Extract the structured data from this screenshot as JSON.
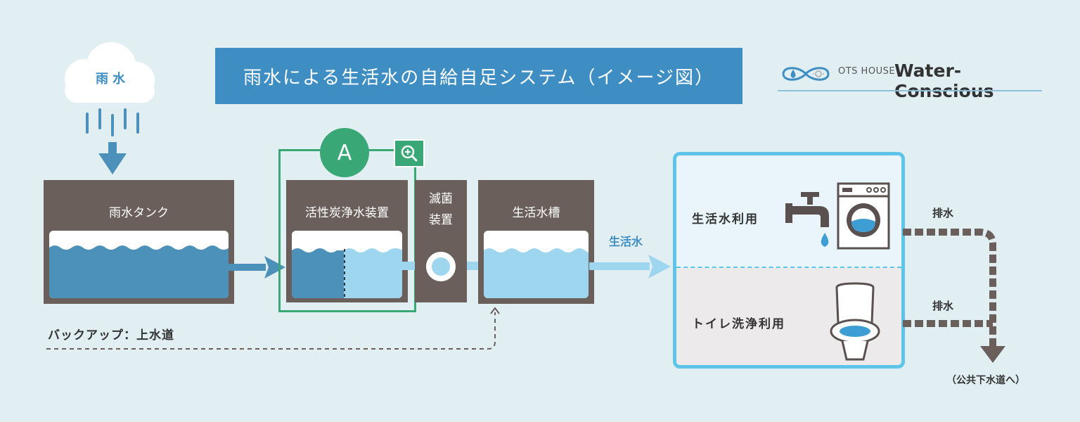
{
  "title": "雨水による生活水の自給自足システム（イメージ図）",
  "logo": {
    "ots": "OTS HOUSE",
    "brand": "Water-Conscious"
  },
  "rain_label": "雨水",
  "rain_tank_label": "雨水タンク",
  "filter_label": "活性炭浄水装置",
  "filter_badge": "A",
  "sterilizer_label_1": "滅菌",
  "sterilizer_label_2": "装置",
  "living_tank_label": "生活水槽",
  "flow_label": "生活水",
  "backup_label": "バックアップ：上水道",
  "usage_top_label": "生活水利用",
  "usage_bottom_label": "トイレ洗浄利用",
  "drain_top_label": "排水",
  "drain_bottom_label": "排水",
  "sewer_label": "（公共下水道へ）",
  "colors": {
    "background": "#e1eff3",
    "banner": "#3e8ec4",
    "tank": "#6b5f5c",
    "water_dark": "#4b91b9",
    "water_light": "#9fd6ef",
    "filter_green": "#3aa776",
    "usage_border": "#5fc4ea"
  }
}
